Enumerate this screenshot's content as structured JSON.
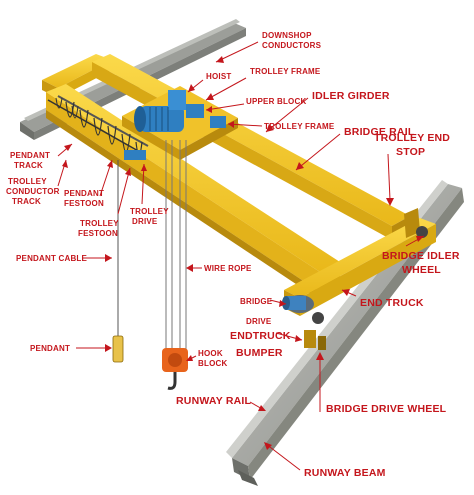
{
  "diagram": {
    "labels": {
      "downshop_conductors_1": "DOWNSHOP",
      "downshop_conductors_2": "CONDUCTORS",
      "hoist": "HOIST",
      "trolley_frame_top": "TROLLEY FRAME",
      "upper_block": "UPPER BLOCK",
      "idler_girder": "IDLER GIRDER",
      "trolley_frame_right": "TROLLEY FRAME",
      "bridge_rail": "BRIDGE RAIL",
      "trolley_end_stop_1": "TROLLEY END",
      "trolley_end_stop_2": "STOP",
      "pendant_track_1": "PENDANT",
      "pendant_track_2": "TRACK",
      "trolley_conductor_track_1": "TROLLEY",
      "trolley_conductor_track_2": "CONDUCTOR",
      "trolley_conductor_track_3": "TRACK",
      "pendant_festoon_1": "PENDANT",
      "pendant_festoon_2": "FESTOON",
      "trolley_festoon_1": "TROLLEY",
      "trolley_festoon_2": "FESTOON",
      "trolley_drive_1": "TROLLEY",
      "trolley_drive_2": "DRIVE",
      "bridge_idler_wheel_1": "BRIDGE IDLER",
      "bridge_idler_wheel_2": "WHEEL",
      "pendant_cable": "PENDANT CABLE",
      "wire_rope": "WIRE ROPE",
      "bridge_drive_1": "BRIDGE",
      "bridge_drive_2": "DRIVE",
      "end_truck": "END TRUCK",
      "endtruck_bumper_1": "ENDTRUCK",
      "endtruck_bumper_2": "BUMPER",
      "pendant": "PENDANT",
      "hook_block_1": "HOOK",
      "hook_block_2": "BLOCK",
      "runway_rail": "RUNWAY RAIL",
      "bridge_drive_wheel": "BRIDGE DRIVE WHEEL",
      "runway_beam": "RUNWAY BEAM"
    },
    "colors": {
      "label": "#c4161c",
      "girder": "#f3c623",
      "girder_shade": "#c9980f",
      "girder_dark": "#a67c0a",
      "beam_light": "#a9aaa6",
      "beam_dark": "#6e706b",
      "hoist_blue": "#2f7fc1",
      "hook_orange": "#e8641c"
    }
  }
}
